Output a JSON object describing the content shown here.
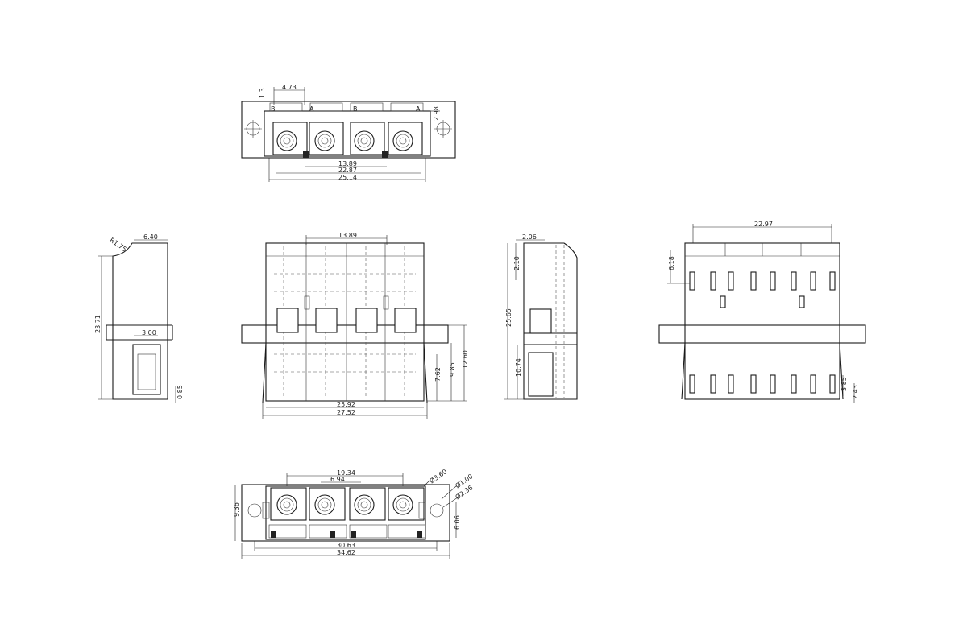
{
  "views": {
    "top": {
      "port_letters": [
        "B",
        "A",
        "B",
        "A"
      ],
      "dims": {
        "d1": "1.3",
        "d2": "4.73",
        "d3": "2.98",
        "d4": "13.89",
        "d5": "22.87",
        "d6": "25.14"
      }
    },
    "left": {
      "dims": {
        "radius": "R1.75",
        "width": "6.40",
        "height": "23.71",
        "slot": "3.00",
        "base": "0.85"
      }
    },
    "front": {
      "dims": {
        "pitch": "13.89",
        "inner_width": "25.92",
        "outer_width": "27.52",
        "h1": "7.62",
        "h2": "9.85",
        "h3": "12.60"
      }
    },
    "right": {
      "dims": {
        "top": "2.06",
        "h_small": "2.10",
        "height": "25.65",
        "lower": "10.74"
      }
    },
    "back": {
      "dims": {
        "width": "22.97",
        "upper": "6.18",
        "lower": "3.85",
        "offset": "2.43"
      }
    },
    "bottom": {
      "dims": {
        "w1": "19.34",
        "w2": "6.94",
        "dia1": "Ø3.60",
        "dia2": "Ø1.00",
        "dia3": "Ø2.36",
        "height": "9.36",
        "h_inner": "6.06",
        "w3": "30.63",
        "w4": "34.62"
      }
    }
  }
}
